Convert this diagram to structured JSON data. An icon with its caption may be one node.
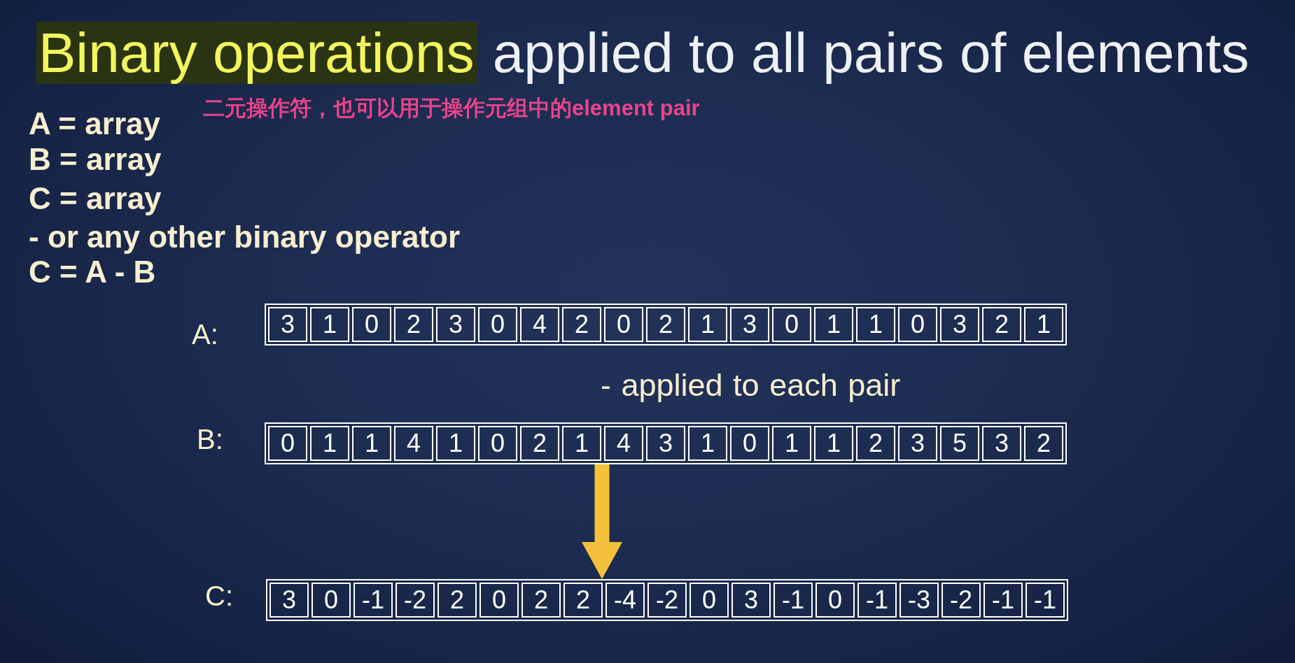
{
  "diagram": {
    "title": "Binary operations applied to all pairs of elements",
    "nodes": [
      {
        "text": [],
        "shape": "box",
        "beside": [
          "A:"
        ]
      },
      {
        "text": [
          "3"
        ],
        "in": 0
      },
      {
        "text": [
          "1"
        ],
        "in": 0
      },
      {
        "text": [
          "0"
        ],
        "in": 0
      },
      {
        "text": [
          "2"
        ],
        "in": 0
      },
      {
        "text": [
          "3"
        ],
        "in": 0
      },
      {
        "text": [
          "0"
        ],
        "in": 0
      },
      {
        "text": [
          "4"
        ],
        "in": 0
      },
      {
        "text": [
          "2"
        ],
        "in": 0
      },
      {
        "text": [
          "0"
        ],
        "in": 0
      },
      {
        "text": [
          "2"
        ],
        "in": 0
      },
      {
        "text": [
          "1"
        ],
        "in": 0
      },
      {
        "text": [
          "3"
        ],
        "in": 0
      },
      {
        "text": [
          "0"
        ],
        "in": 0
      },
      {
        "text": [
          "1"
        ],
        "in": 0
      },
      {
        "text": [
          "1"
        ],
        "in": 0
      },
      {
        "text": [
          "0"
        ],
        "in": 0
      },
      {
        "text": [
          "3"
        ],
        "in": 0
      },
      {
        "text": [
          "2"
        ],
        "in": 0
      },
      {
        "text": [
          "1"
        ],
        "in": 0
      },
      {
        "text": [],
        "shape": "box",
        "beside": [
          "B:"
        ]
      },
      {
        "text": [
          "0"
        ],
        "in": 20
      },
      {
        "text": [
          "1"
        ],
        "in": 20
      },
      {
        "text": [
          "1"
        ],
        "in": 20
      },
      {
        "text": [
          "4"
        ],
        "in": 20
      },
      {
        "text": [
          "1"
        ],
        "in": 20
      },
      {
        "text": [
          "0"
        ],
        "in": 20
      },
      {
        "text": [
          "2"
        ],
        "in": 20
      },
      {
        "text": [
          "1"
        ],
        "in": 20
      },
      {
        "text": [
          "4"
        ],
        "in": 20
      },
      {
        "text": [
          "3"
        ],
        "in": 20
      },
      {
        "text": [
          "1"
        ],
        "in": 20
      },
      {
        "text": [
          "0"
        ],
        "in": 20
      },
      {
        "text": [
          "1"
        ],
        "in": 20
      },
      {
        "text": [
          "1"
        ],
        "in": 20
      },
      {
        "text": [
          "2"
        ],
        "in": 20
      },
      {
        "text": [
          "3"
        ],
        "in": 20
      },
      {
        "text": [
          "5"
        ],
        "in": 20
      },
      {
        "text": [
          "3"
        ],
        "in": 20
      },
      {
        "text": [
          "2"
        ],
        "in": 20
      },
      {
        "text": [],
        "shape": "box",
        "beside": [
          "C:"
        ]
      },
      {
        "text": [
          "3"
        ],
        "in": 40
      },
      {
        "text": [
          "0"
        ],
        "in": 40
      },
      {
        "text": [
          "-1"
        ],
        "in": 40
      },
      {
        "text": [
          "-2"
        ],
        "in": 40
      },
      {
        "text": [
          "2"
        ],
        "in": 40
      },
      {
        "text": [
          "0"
        ],
        "in": 40
      },
      {
        "text": [
          "2"
        ],
        "in": 40
      },
      {
        "text": [
          "2"
        ],
        "in": 40
      },
      {
        "text": [
          "-4"
        ],
        "in": 40
      },
      {
        "text": [
          "-2"
        ],
        "in": 40
      },
      {
        "text": [
          "0"
        ],
        "in": 40
      },
      {
        "text": [
          "3"
        ],
        "in": 40
      },
      {
        "text": [
          "-1"
        ],
        "in": 40
      },
      {
        "text": [
          "0"
        ],
        "in": 40
      },
      {
        "text": [
          "-1"
        ],
        "in": 40
      },
      {
        "text": [
          "-3"
        ],
        "in": 40
      },
      {
        "text": [
          "-2"
        ],
        "in": 40
      },
      {
        "text": [
          "-1"
        ],
        "in": 40
      },
      {
        "text": [
          "-1"
        ],
        "in": 40
      }
    ],
    "edges": [
      {
        "from": 20,
        "to": 40,
        "arrow": "to",
        "color": "#f5c13b"
      }
    ],
    "labels": [
      "二元操作符，也可以用于操作元组中的element pair",
      "A = array",
      "B = array",
      "C = array",
      "- or any other binary operator",
      "C = A - B",
      "- applied to each pair"
    ]
  }
}
